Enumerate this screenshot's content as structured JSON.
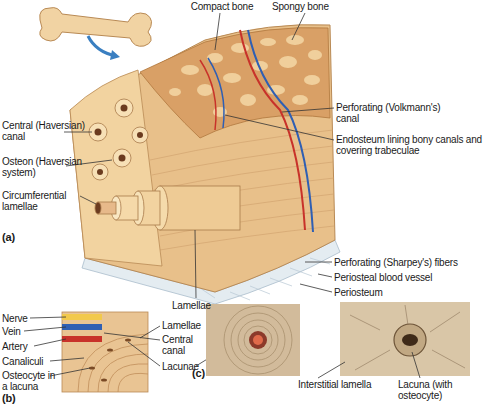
{
  "diagram": {
    "labels": [
      "Compact bone",
      "Spongy bone",
      "Central (Haversian) canal",
      "Osteon (Haversian system)",
      "Circumferential lamellae",
      "(a)",
      "Perforating (Volkmann's) canal",
      "Endosteum lining bony canals and covering trabeculae",
      "Lamellae",
      "Perforating (Sharpey's) fibers",
      "Periosteal blood vessel",
      "Periosteum",
      "Nerve",
      "Vein",
      "Artery",
      "Canaliculi",
      "Osteocyte in a lacuna",
      "(b)",
      "Lamellae",
      "Central canal",
      "Lacunae",
      "(c)",
      "Interstitial lamella",
      "Lacuna (with osteocyte)"
    ]
  }
}
